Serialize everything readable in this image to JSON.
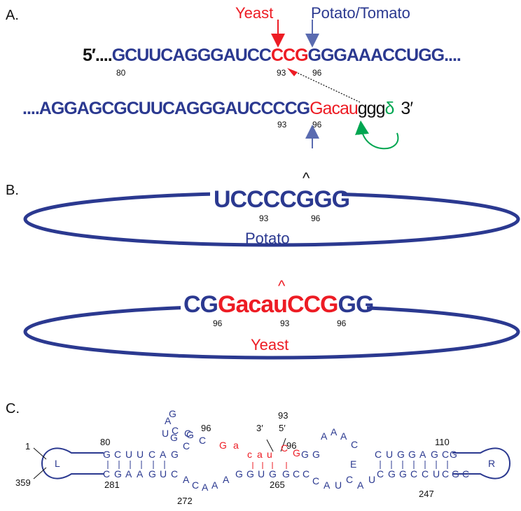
{
  "panel_a": {
    "label": "A.",
    "yeast_label": "Yeast",
    "potato_tomato_label": "Potato/Tomato",
    "top_strand": {
      "prefix": "5′....",
      "seg1": "GCUUCAGGGAUCC",
      "seg_red": "CCG",
      "seg2": "GGGAAACCUGG...."
    },
    "top_nums": {
      "n80": "80",
      "n93": "93",
      "n96": "96"
    },
    "bottom_strand": {
      "seg1": "....AGGAGCGCUUCAGGGAUCCCCG",
      "seg_red": "Gacau",
      "seg_black": "ggg",
      "delta": "δ",
      "suffix": "3′"
    },
    "bottom_nums": {
      "n93": "93",
      "n96": "96"
    }
  },
  "panel_b": {
    "label": "B.",
    "potato_seq": "UCCCCGGG",
    "potato_nums": {
      "n93": "93",
      "n96": "96"
    },
    "caret": "^",
    "potato_label": "Potato",
    "yeast_seq": {
      "left": "CG",
      "red": "GacauCCG",
      "right": "GG"
    },
    "yeast_nums": {
      "n96a": "96",
      "n93": "93",
      "n96b": "96"
    },
    "yeast_label": "Yeast"
  },
  "panel_c": {
    "label": "C.",
    "loop_left": "L",
    "loop_right": "R",
    "letter_e": "E",
    "nums": {
      "n1": "1",
      "n359": "359",
      "n80": "80",
      "n281": "281",
      "n96a": "96",
      "n272": "272",
      "n93": "93",
      "n3p": "3′",
      "n5p": "5′",
      "n96b": "96",
      "n265": "265",
      "n110": "110",
      "n247": "247"
    },
    "top_strand_1": [
      "G",
      "C",
      "U",
      "U",
      "C",
      "A",
      "G"
    ],
    "bottom_strand_1": [
      "C",
      "G",
      "A",
      "A",
      "G",
      "U",
      "C"
    ],
    "hairpin": [
      "U",
      "C",
      "C",
      "A",
      "G",
      "C",
      "G",
      "C",
      "G"
    ],
    "red_top": [
      "G",
      "a",
      "c",
      "a",
      "u",
      "C",
      "G"
    ],
    "bot_mid": [
      "A",
      "C",
      "A",
      "A",
      "A",
      "G",
      "G",
      "U",
      "G",
      "G",
      "C",
      "C"
    ],
    "top_mid": [
      "G",
      "G",
      "A",
      "A",
      "A",
      "C"
    ],
    "right_top": [
      "C",
      "U",
      "G",
      "G",
      "A",
      "G",
      "C",
      "G"
    ],
    "right_bot": [
      "C",
      "A",
      "U",
      "C",
      "A",
      "U",
      "C",
      "G",
      "G",
      "C",
      "C",
      "U",
      "C",
      "G",
      "C"
    ]
  },
  "colors": {
    "navy": "#2b3990",
    "red": "#ed1c24",
    "green": "#00a651"
  }
}
